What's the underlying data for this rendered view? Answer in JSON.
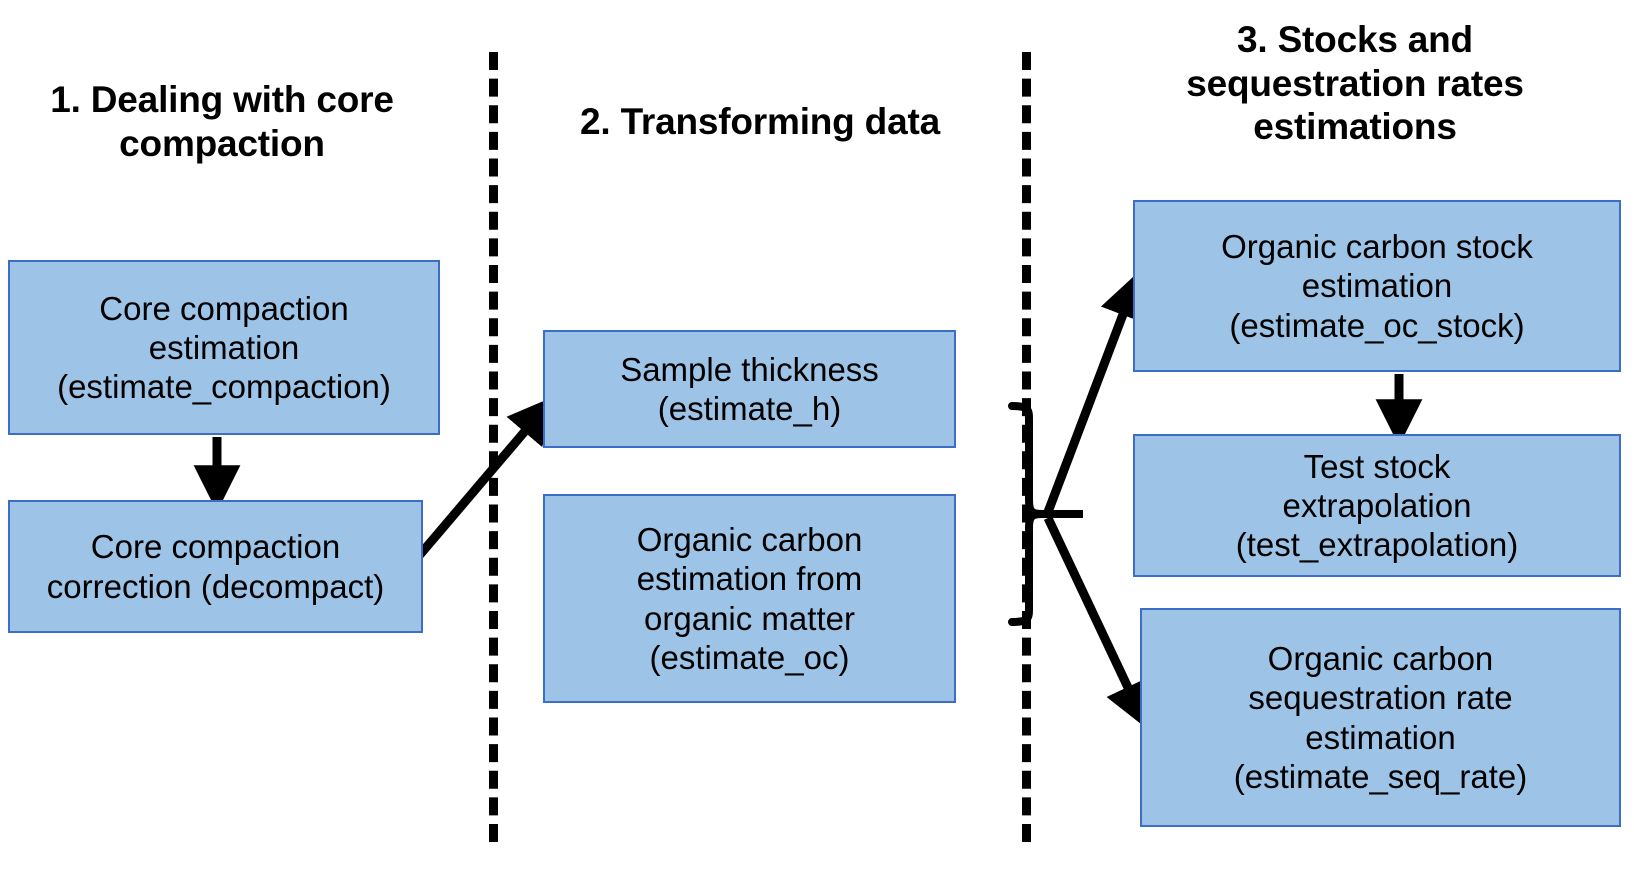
{
  "diagram": {
    "type": "flowchart",
    "background_color": "#FFFFFF",
    "node_fill_color": "#9DC3E6",
    "node_border_color": "#3B6EC4",
    "connector_color": "#000000",
    "columns": [
      {
        "id": "col-1",
        "title": "1. Dealing with\ncore compaction"
      },
      {
        "id": "col-2",
        "title": "2. Transforming\ndata"
      },
      {
        "id": "col-3",
        "title": "3. Stocks and\nsequestration rates\nestimations"
      }
    ],
    "nodes": [
      {
        "id": "estimate_compaction",
        "label": "Core compaction\nestimation\n(estimate_compaction)"
      },
      {
        "id": "decompact",
        "label": "Core compaction\ncorrection (decompact)"
      },
      {
        "id": "estimate_h",
        "label": "Sample thickness\n(estimate_h)"
      },
      {
        "id": "estimate_oc",
        "label": "Organic carbon\nestimation from\norganic matter\n(estimate_oc)"
      },
      {
        "id": "estimate_oc_stock",
        "label": "Organic carbon stock\nestimation\n(estimate_oc_stock)"
      },
      {
        "id": "test_extrapolation",
        "label": "Test stock\nextrapolation\n(test_extrapolation)"
      },
      {
        "id": "estimate_seq_rate",
        "label": "Organic carbon\nsequestration rate\nestimation\n(estimate_seq_rate)"
      }
    ],
    "edges": [
      {
        "from": "estimate_compaction",
        "to": "decompact",
        "style": "arrow-down"
      },
      {
        "from": "decompact",
        "to": "estimate_h",
        "style": "arrow-diagonal-up"
      },
      {
        "from": "estimate_h",
        "to": "brace",
        "style": "brace-member"
      },
      {
        "from": "estimate_oc",
        "to": "brace",
        "style": "brace-member"
      },
      {
        "from": "brace",
        "to": "estimate_oc_stock",
        "style": "arrow-diagonal-up"
      },
      {
        "from": "brace",
        "to": "estimate_seq_rate",
        "style": "arrow-diagonal-down"
      },
      {
        "from": "estimate_oc_stock",
        "to": "test_extrapolation",
        "style": "arrow-down"
      }
    ],
    "dividers": [
      {
        "id": "divider-1",
        "style": "dashed-vertical"
      },
      {
        "id": "divider-2",
        "style": "dashed-vertical"
      }
    ]
  }
}
